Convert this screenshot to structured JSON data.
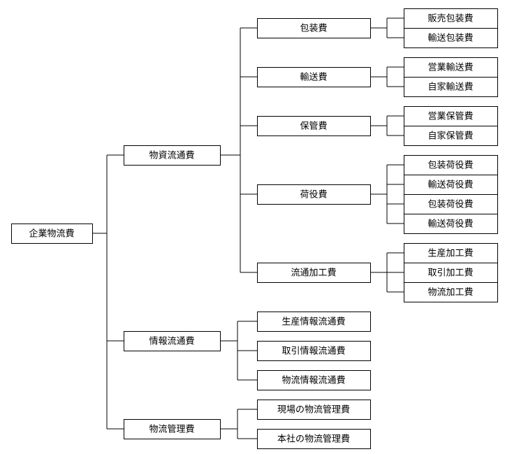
{
  "root": {
    "label": "企業物流費",
    "children": [
      {
        "label": "物資流通費",
        "children": [
          {
            "label": "包装費",
            "children": [
              {
                "label": "販売包装費"
              },
              {
                "label": "輸送包装費"
              }
            ]
          },
          {
            "label": "輸送費",
            "children": [
              {
                "label": "営業輸送費"
              },
              {
                "label": "自家輸送費"
              }
            ]
          },
          {
            "label": "保管費",
            "children": [
              {
                "label": "営業保管費"
              },
              {
                "label": "自家保管費"
              }
            ]
          },
          {
            "label": "荷役費",
            "children": [
              {
                "label": "包装荷役費"
              },
              {
                "label": "輸送荷役費"
              },
              {
                "label": "包装荷役費"
              },
              {
                "label": "輸送荷役費"
              }
            ]
          },
          {
            "label": "流通加工費",
            "children": [
              {
                "label": "生産加工費"
              },
              {
                "label": "取引加工費"
              },
              {
                "label": "物流加工費"
              }
            ]
          }
        ]
      },
      {
        "label": "情報流通費",
        "children": [
          {
            "label": "生産情報流通費"
          },
          {
            "label": "取引情報流通費"
          },
          {
            "label": "物流情報流通費"
          }
        ]
      },
      {
        "label": "物流管理費",
        "children": [
          {
            "label": "現場の物流管理費"
          },
          {
            "label": "本社の物流管理費"
          }
        ]
      }
    ]
  }
}
